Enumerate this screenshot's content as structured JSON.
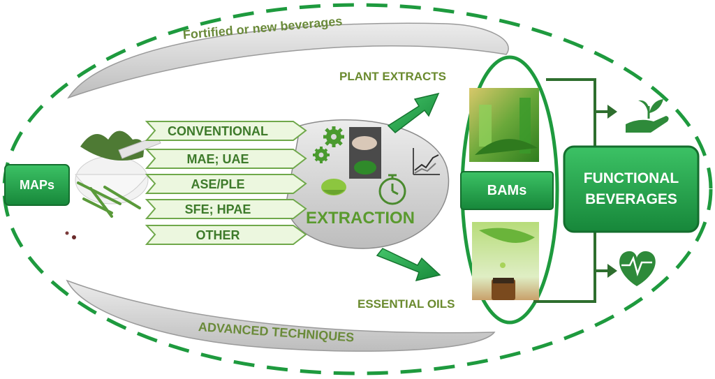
{
  "diagram": {
    "maps_label": "MAPs",
    "methods": [
      "CONVENTIONAL",
      "MAE; UAE",
      "ASE/PLE",
      "SFE; HPAE",
      "OTHER"
    ],
    "extraction_label": "EXTRACTION",
    "plant_extracts_label": "PLANT EXTRACTS",
    "essential_oils_label": "ESSENTIAL OILS",
    "bams_label": "BAMs",
    "functional_beverages_line1": "FUNCTIONAL",
    "functional_beverages_line2": "BEVERAGES",
    "top_band_label": "Fortified or new beverages",
    "bottom_band_label": "ADVANCED TECHNIQUES"
  },
  "colors": {
    "dark_green": "#1e8a3a",
    "box_green": "#23a04a",
    "text_green": "#5a8a2e",
    "method_fill": "#e8f5d8",
    "band_gray": "#d9d9d9"
  }
}
